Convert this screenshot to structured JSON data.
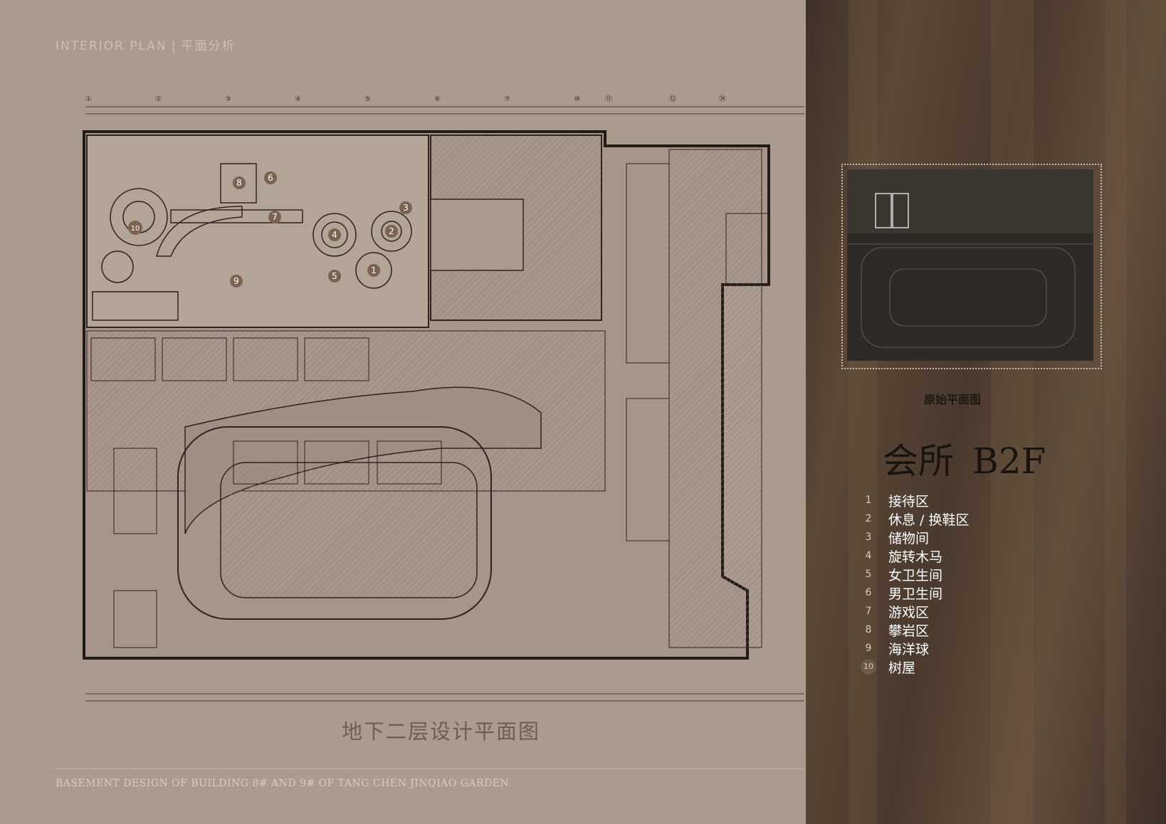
{
  "header": {
    "en": "INTERIOR PLAN",
    "sep": "|",
    "cn": "平面分析"
  },
  "plan": {
    "title": "地下二层设计平面图",
    "markers": [
      "1",
      "2",
      "3",
      "4",
      "5",
      "6",
      "7",
      "8",
      "9",
      "10"
    ],
    "grid_labels": [
      "①",
      "②",
      "③",
      "④",
      "⑤",
      "⑥",
      "⑦",
      "⑩",
      "⑪",
      "⑫",
      "⑭"
    ]
  },
  "footer": "BASEMENT DESIGN OF BUILDING 8# AND 9# OF  TANG CHEN JINQIAO GARDEN",
  "thumbnail": {
    "caption": "原始平面图"
  },
  "clubhouse": {
    "name": "会所",
    "floor": "B2F"
  },
  "legend": [
    {
      "num": "1",
      "label": "接待区"
    },
    {
      "num": "2",
      "label": "休息 / 换鞋区"
    },
    {
      "num": "3",
      "label": "储物间"
    },
    {
      "num": "4",
      "label": "旋转木马"
    },
    {
      "num": "5",
      "label": "女卫生间"
    },
    {
      "num": "6",
      "label": "男卫生间"
    },
    {
      "num": "7",
      "label": "游戏区"
    },
    {
      "num": "8",
      "label": "攀岩区"
    },
    {
      "num": "9",
      "label": "海洋球"
    },
    {
      "num": "10",
      "label": "树屋"
    }
  ],
  "colors": {
    "left_bg": "#ab9b8f",
    "right_bg": "#4a3a2e",
    "plan_line": "#3a2f28",
    "marker": "#7a6353"
  }
}
